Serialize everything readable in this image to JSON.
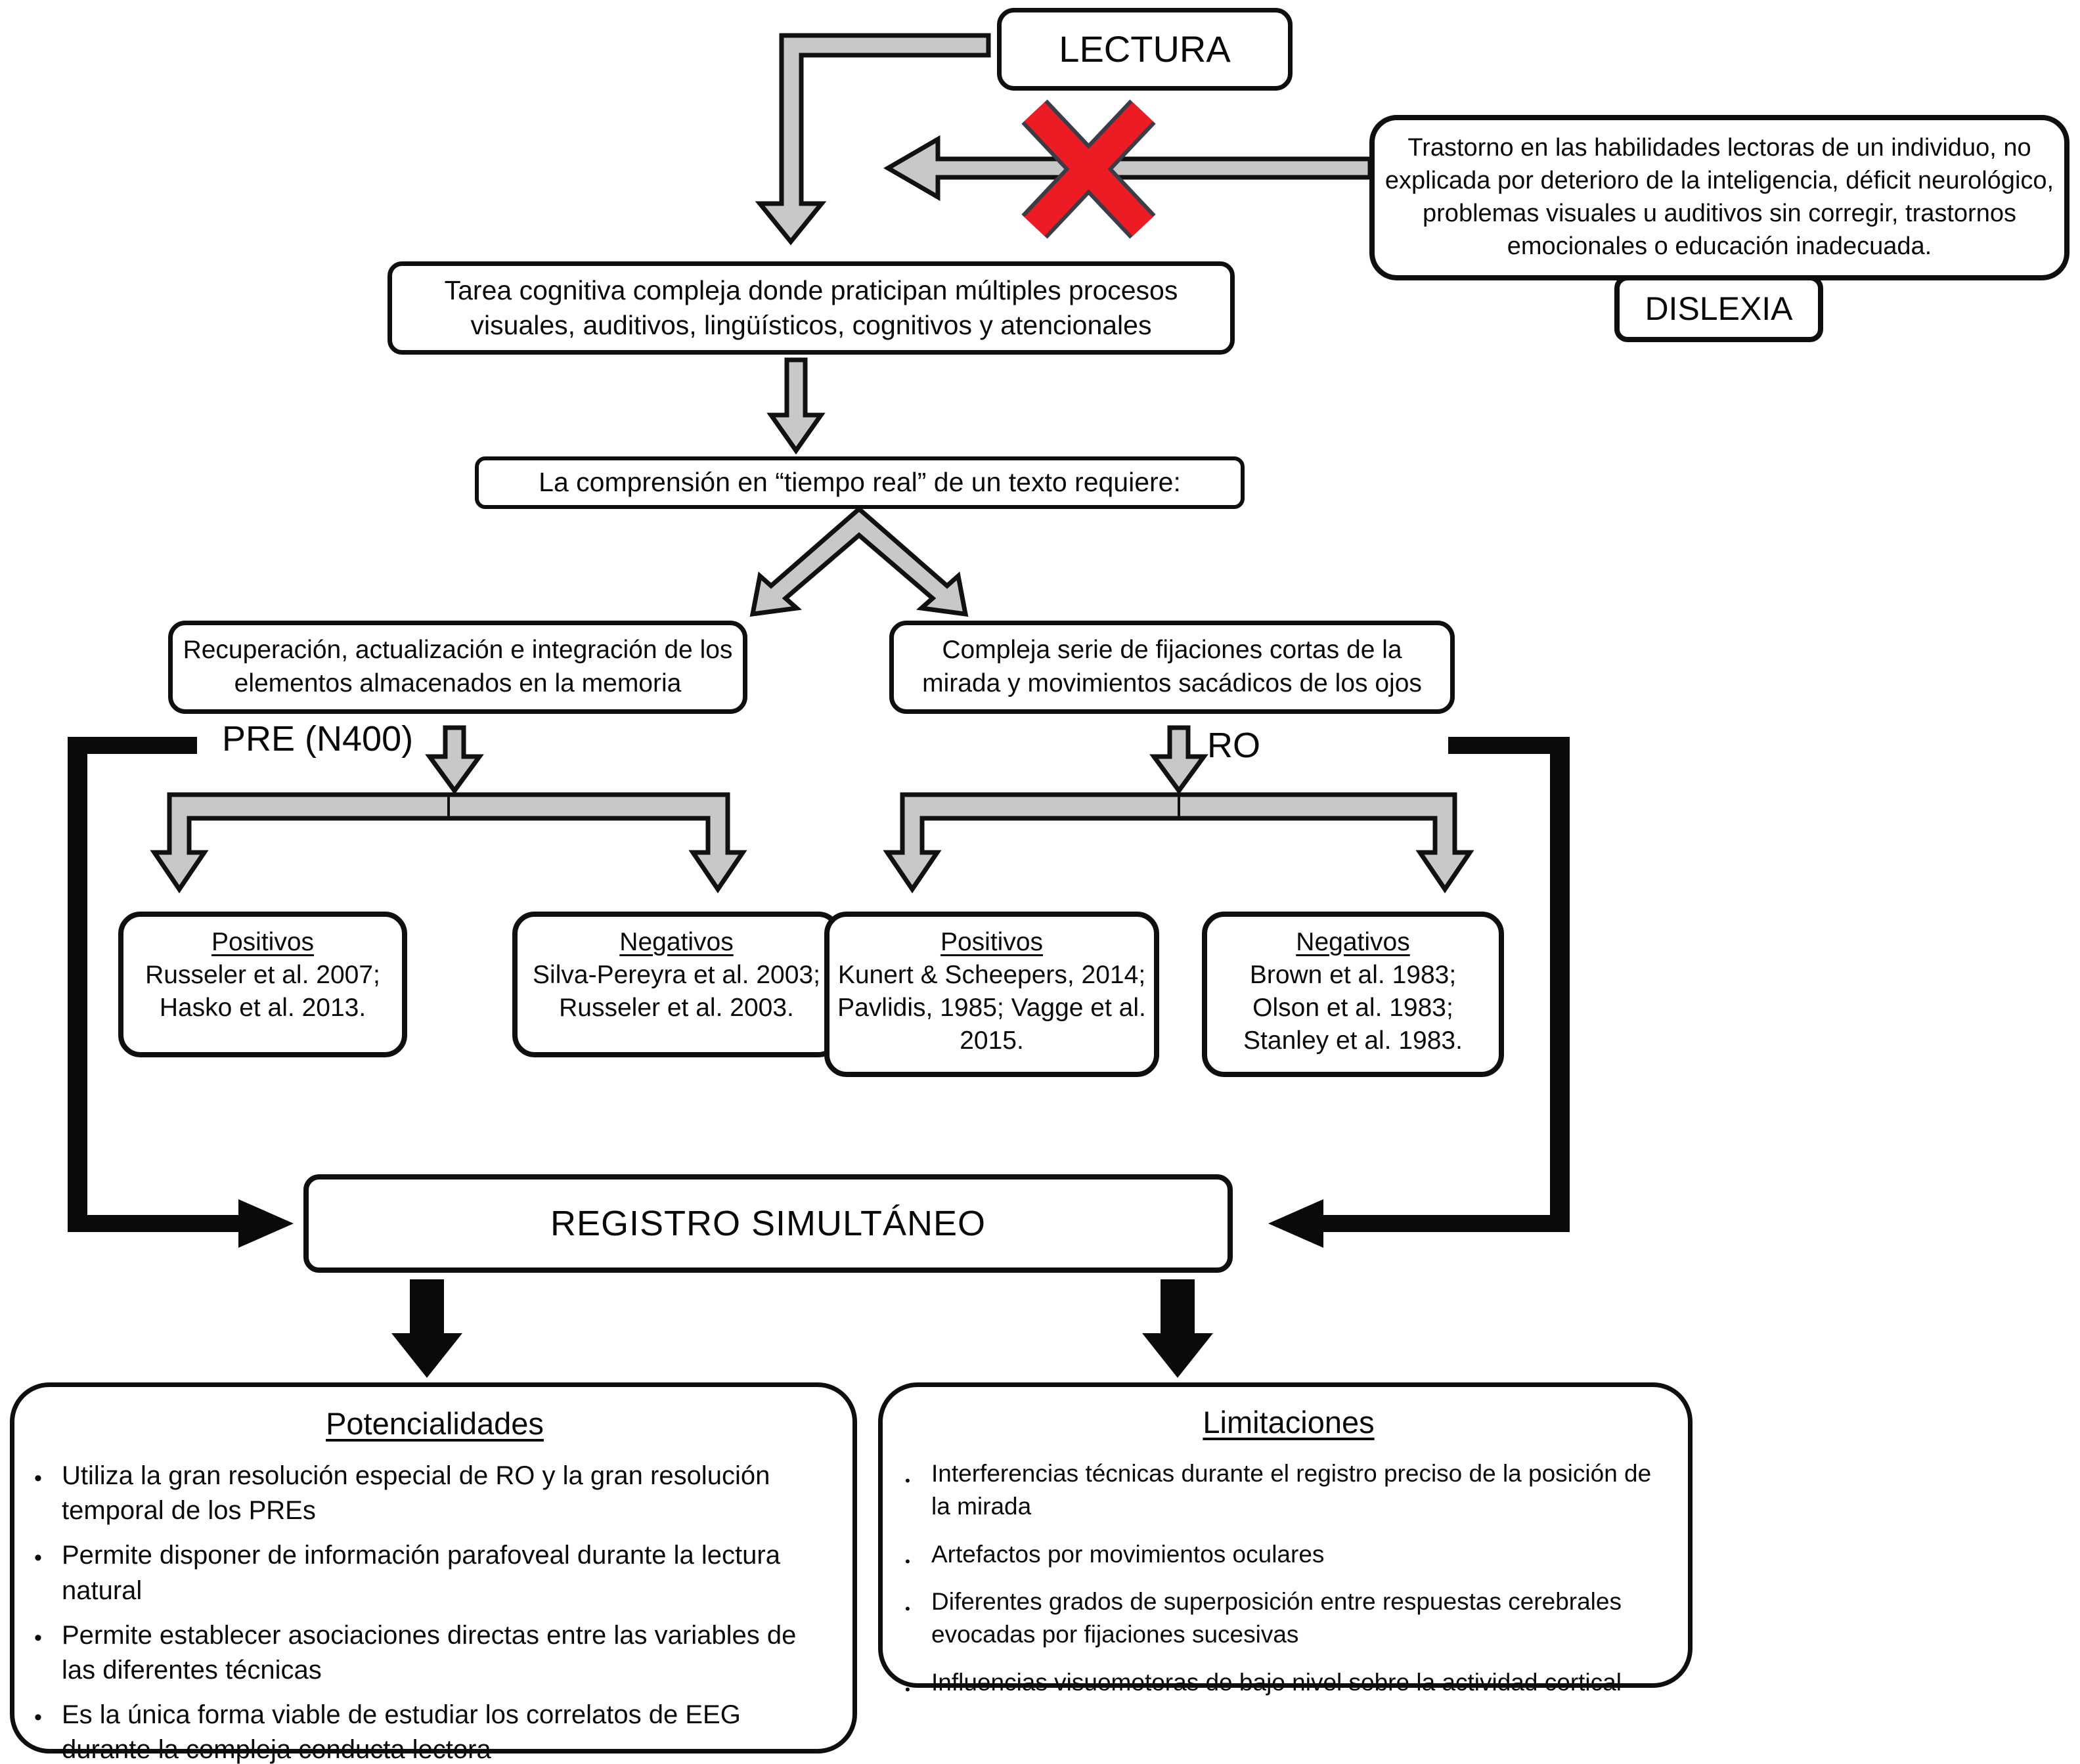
{
  "diagram": {
    "lectura": "LECTURA",
    "dislexia": {
      "definition": "Trastorno en las habilidades lectoras de un individuo, no explicada por deterioro de la inteligencia, déficit neurológico, problemas visuales u auditivos sin corregir, trastornos emocionales o educación inadecuada.",
      "label": "DISLEXIA"
    },
    "tarea": "Tarea cognitiva compleja donde praticipan múltiples procesos visuales, auditivos, lingüísticos, cognitivos y atencionales",
    "comprension": "La comprensión en “tiempo real” de un texto requiere:",
    "pre": {
      "box": "Recuperación, actualización e integración de los elementos almacenados en la memoria",
      "label": "PRE (N400)",
      "pos": {
        "title": "Positivos",
        "refs": "Russeler et al. 2007; Hasko et al. 2013."
      },
      "neg": {
        "title": "Negativos",
        "refs": "Silva-Pereyra et al. 2003; Russeler et al. 2003."
      }
    },
    "ro": {
      "box": "Compleja serie de fijaciones cortas de la mirada y movimientos sacádicos de los ojos",
      "label": "RO",
      "pos": {
        "title": "Positivos",
        "refs": "Kunert & Scheepers, 2014; Pavlidis, 1985; Vagge et al. 2015."
      },
      "neg": {
        "title": "Negativos",
        "refs": "Brown et al. 1983; Olson et al. 1983; Stanley et al. 1983."
      }
    },
    "registro": "REGISTRO SIMULTÁNEO",
    "potencialidades": {
      "title": "Potencialidades",
      "items": [
        "Utiliza la gran resolución especial de RO y la gran resolución temporal de los PREs",
        "Permite disponer de información parafoveal durante la lectura natural",
        "Permite establecer asociaciones directas entre las variables de las diferentes técnicas",
        "Es la única forma viable de estudiar los correlatos de EEG durante la compleja conducta lectora"
      ]
    },
    "limitaciones": {
      "title": "Limitaciones",
      "items": [
        "Interferencias técnicas durante el registro preciso de la posición de la mirada",
        "Artefactos por movimientos oculares",
        "Diferentes grados de superposición entre respuestas cerebrales evocadas por fijaciones sucesivas",
        "Influencias visuomotoras de bajo nivel sobre la actividad cortical"
      ]
    },
    "colors": {
      "arrow_fill": "#c8c8c8",
      "outline": "#111111",
      "black_arrow": "#0a0a0a",
      "x_red": "#ed1c24"
    }
  }
}
